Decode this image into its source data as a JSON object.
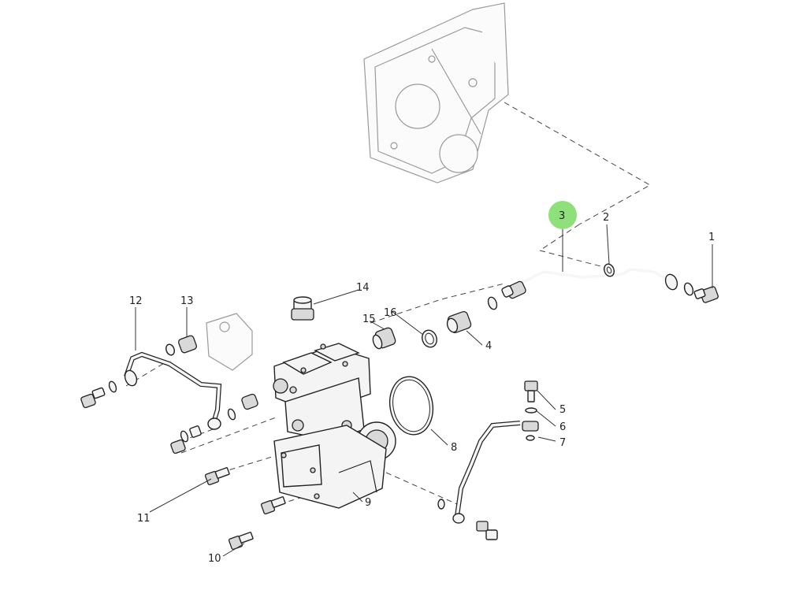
{
  "highlight_color": "#8ee07a",
  "callouts": [
    {
      "id": "1",
      "label": "1"
    },
    {
      "id": "2",
      "label": "2"
    },
    {
      "id": "3",
      "label": "3",
      "highlighted": true
    },
    {
      "id": "4",
      "label": "4"
    },
    {
      "id": "5",
      "label": "5"
    },
    {
      "id": "6",
      "label": "6"
    },
    {
      "id": "7",
      "label": "7"
    },
    {
      "id": "8",
      "label": "8"
    },
    {
      "id": "9",
      "label": "9"
    },
    {
      "id": "10",
      "label": "10"
    },
    {
      "id": "11",
      "label": "11"
    },
    {
      "id": "12",
      "label": "12"
    },
    {
      "id": "13",
      "label": "13"
    },
    {
      "id": "14",
      "label": "14"
    },
    {
      "id": "15",
      "label": "15"
    },
    {
      "id": "16",
      "label": "16"
    }
  ]
}
